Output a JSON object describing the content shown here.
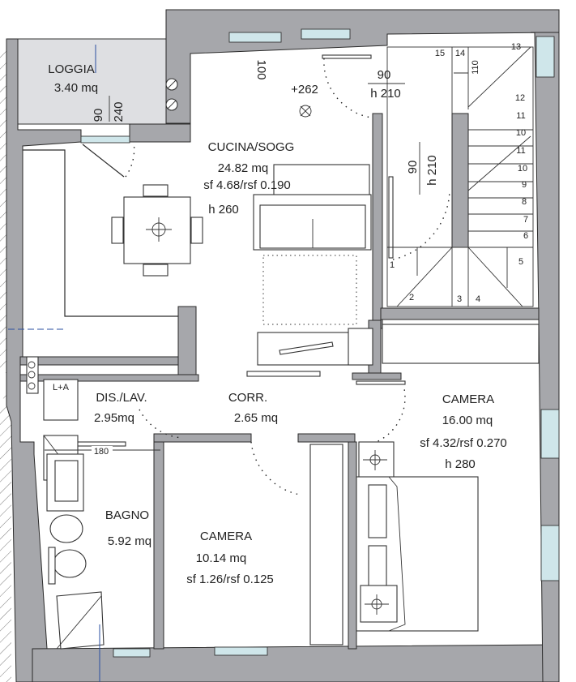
{
  "rooms": {
    "loggia": {
      "name": "LOGGIA",
      "area": "3.40 mq",
      "opening_width": "90",
      "opening_height": "240"
    },
    "cucina": {
      "name": "CUCINA/SOGG",
      "area": "24.82 mq",
      "ratio": "sf 4.68/rsf 0.190",
      "height": "h 260"
    },
    "dis_lav": {
      "name": "DIS./LAV.",
      "area": "2.95mq",
      "appliance": "L+A"
    },
    "corr": {
      "name": "CORR.",
      "area": "2.65 mq"
    },
    "camera_large": {
      "name": "CAMERA",
      "area": "16.00 mq",
      "ratio": "sf 4.32/rsf 0.270",
      "height": "h 280"
    },
    "bagno": {
      "name": "BAGNO",
      "area": "5.92 mq",
      "dimension": "180"
    },
    "camera_small": {
      "name": "CAMERA",
      "area": "10.14 mq",
      "ratio": "sf 1.26/rsf 0.125"
    }
  },
  "annotations": {
    "window_width": "100",
    "level": "+262",
    "door_top": {
      "width": "90",
      "height": "h 210"
    },
    "door_side": {
      "width": "90",
      "height": "h 210"
    },
    "stair_dim": "110"
  },
  "stair_steps": [
    "15",
    "14",
    "13",
    "12",
    "11",
    "10",
    "11",
    "10",
    "9",
    "8",
    "7",
    "6",
    "5",
    "4",
    "3",
    "2",
    "1"
  ]
}
